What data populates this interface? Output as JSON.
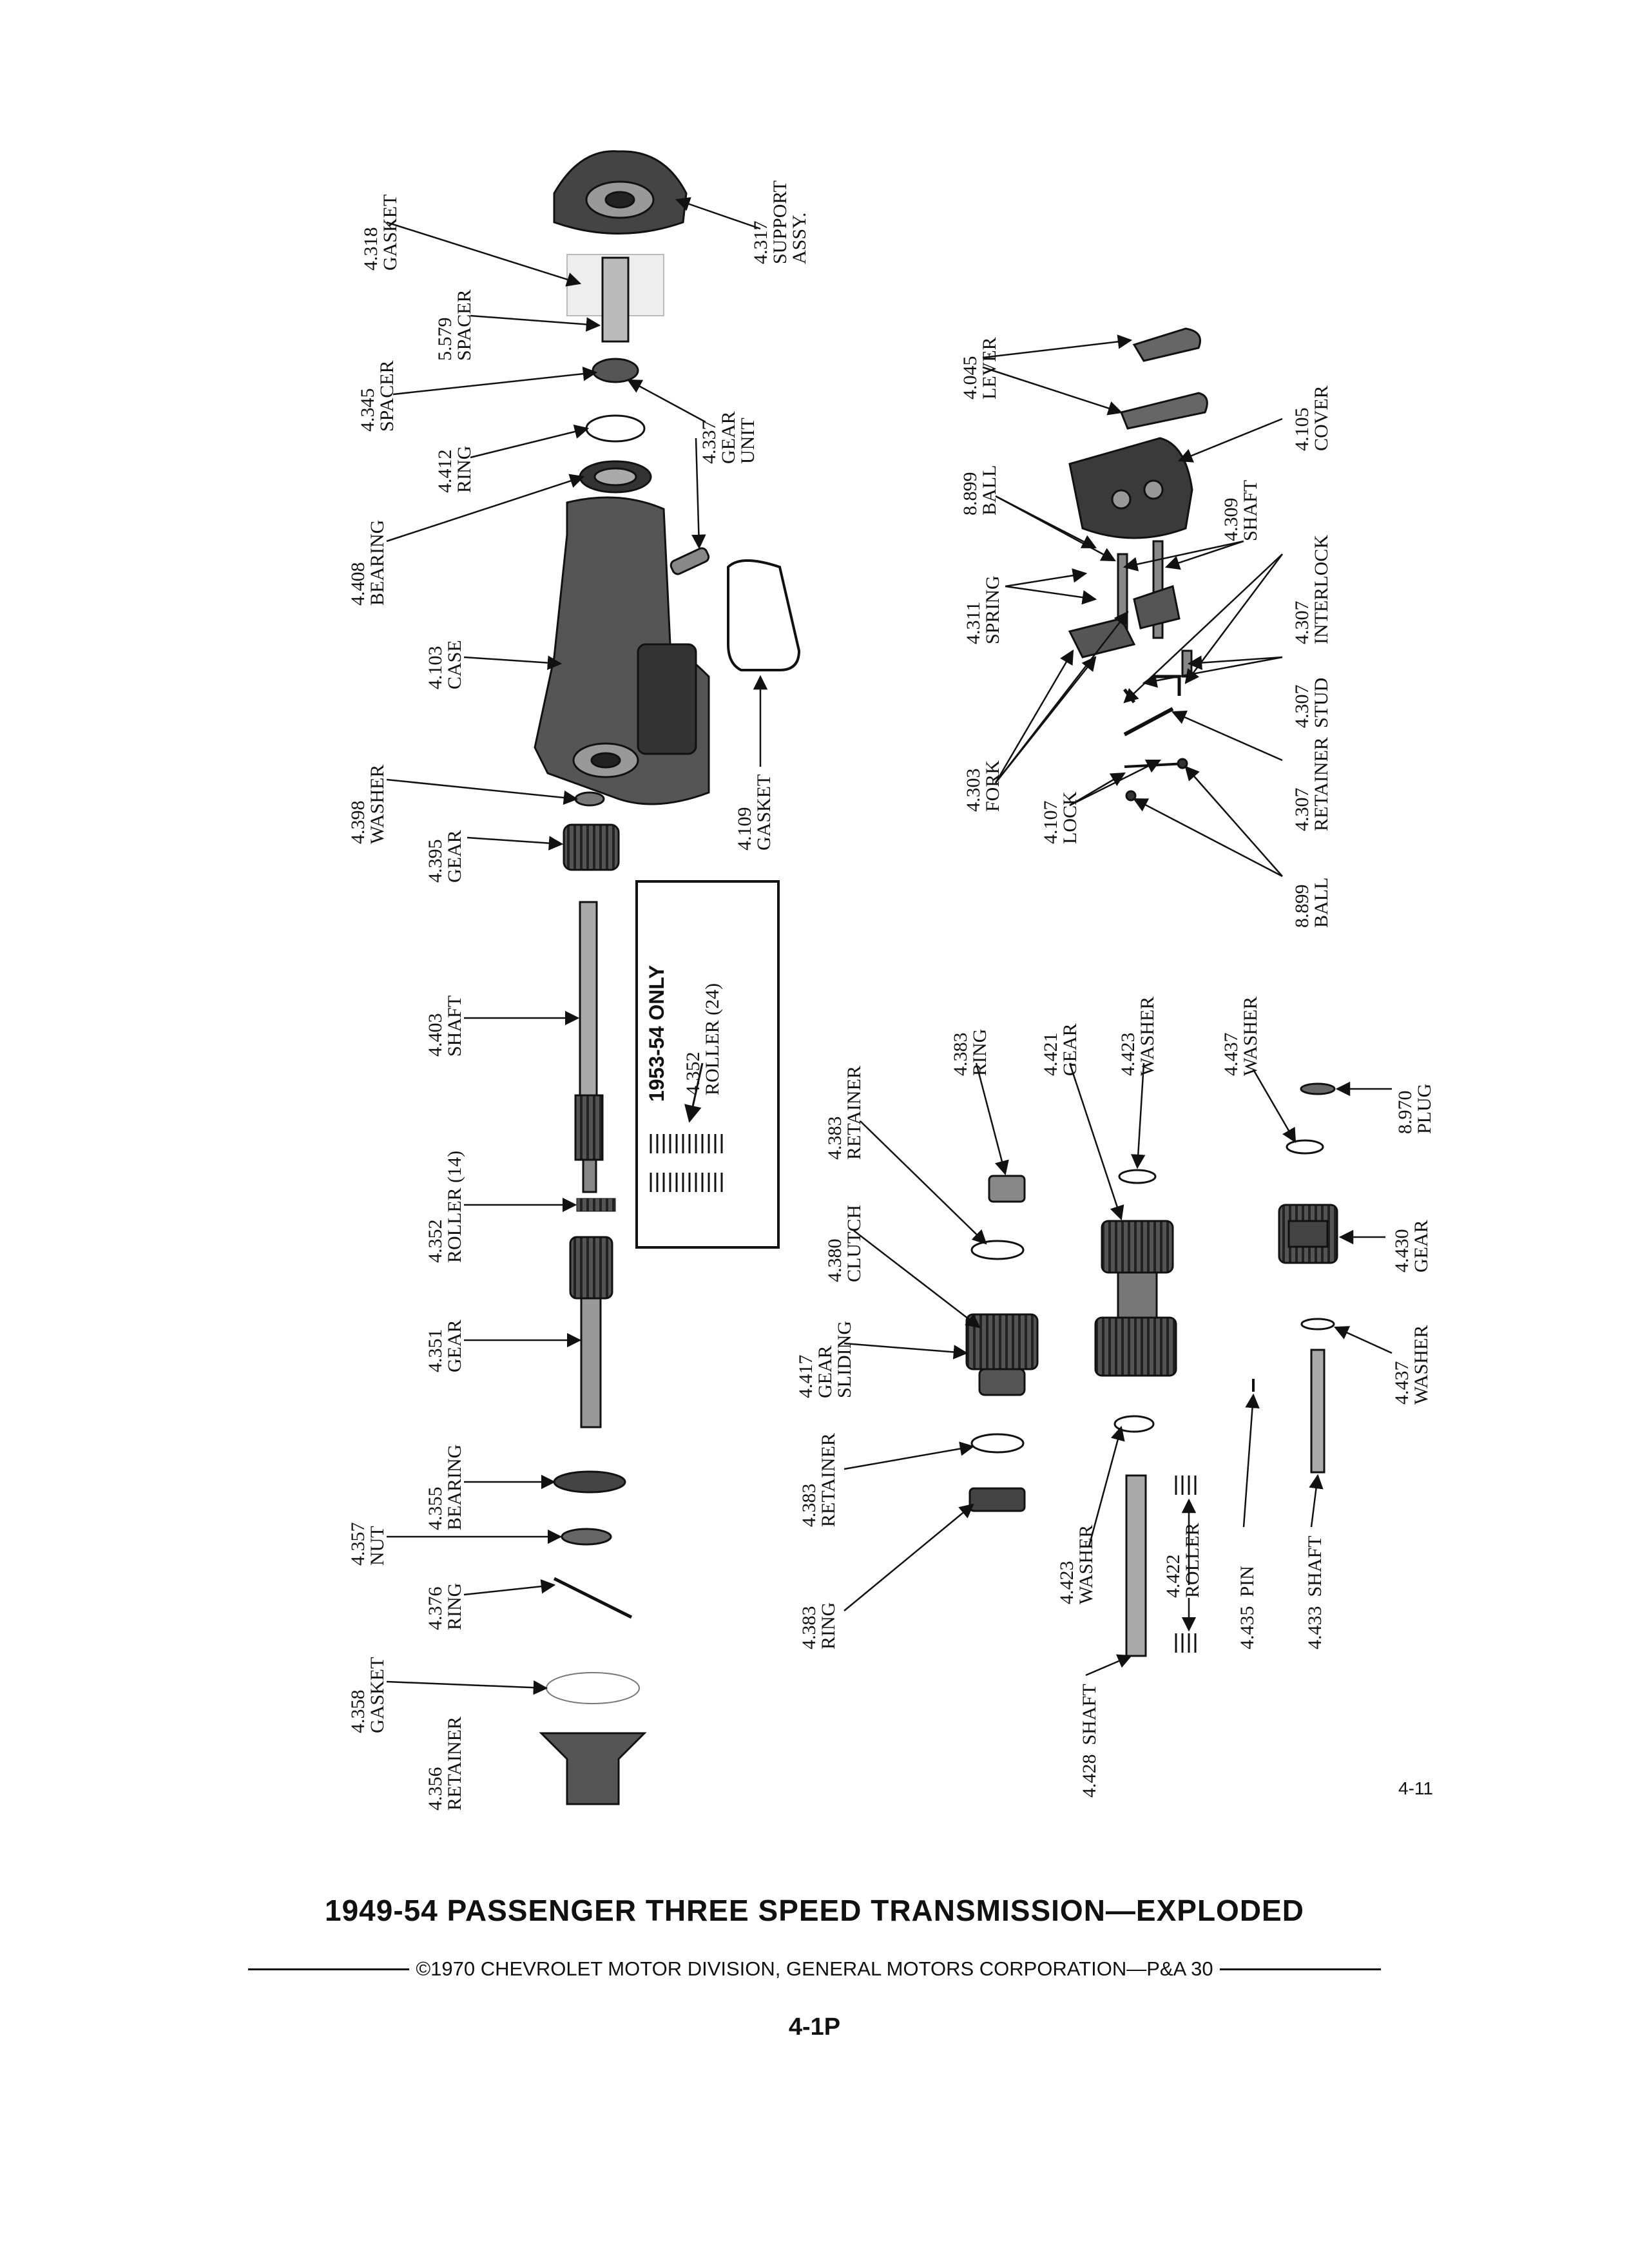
{
  "figure_number": "4-11",
  "title": "1949-54 PASSENGER THREE SPEED TRANSMISSION—EXPLODED",
  "copyright": "©1970 CHEVROLET MOTOR DIVISION, GENERAL MOTORS CORPORATION—P&A 30",
  "page_number": "4-1P",
  "inset": {
    "heading": "1953-54 ONLY",
    "part_no": "4.352",
    "part_name": "ROLLER (24)"
  },
  "callouts": [
    {
      "no": "4.318",
      "name": "GASKET"
    },
    {
      "no": "4.317",
      "name": "SUPPORT",
      "name2": "ASSY."
    },
    {
      "no": "5.579",
      "name": "SPACER"
    },
    {
      "no": "4.345",
      "name": "SPACER"
    },
    {
      "no": "4.412",
      "name": "RING"
    },
    {
      "no": "4.337",
      "name": "GEAR",
      "name2": "UNIT"
    },
    {
      "no": "4.408",
      "name": "BEARING"
    },
    {
      "no": "4.103",
      "name": "CASE"
    },
    {
      "no": "4.109",
      "name": "GASKET"
    },
    {
      "no": "4.398",
      "name": "WASHER"
    },
    {
      "no": "4.395",
      "name": "GEAR"
    },
    {
      "no": "4.403",
      "name": "SHAFT"
    },
    {
      "no": "4.352",
      "name": "ROLLER (14)"
    },
    {
      "no": "4.351",
      "name": "GEAR"
    },
    {
      "no": "4.355",
      "name": "BEARING"
    },
    {
      "no": "4.357",
      "name": "NUT"
    },
    {
      "no": "4.376",
      "name": "RING"
    },
    {
      "no": "4.358",
      "name": "GASKET"
    },
    {
      "no": "4.356",
      "name": "RETAINER"
    },
    {
      "no": "4.045",
      "name": "LEVER"
    },
    {
      "no": "4.105",
      "name": "COVER"
    },
    {
      "no": "8.899",
      "name": "BALL"
    },
    {
      "no": "4.309",
      "name": "SHAFT"
    },
    {
      "no": "4.311",
      "name": "SPRING"
    },
    {
      "no": "4.307",
      "name": "INTERLOCK"
    },
    {
      "no": "4.307",
      "name": "STUD"
    },
    {
      "no": "4.303",
      "name": "FORK"
    },
    {
      "no": "4.107",
      "name": "LOCK"
    },
    {
      "no": "4.307",
      "name": "RETAINER"
    },
    {
      "no": "8.899",
      "name": "BALL"
    },
    {
      "no": "4.383",
      "name": "RING"
    },
    {
      "no": "4.421",
      "name": "GEAR"
    },
    {
      "no": "4.423",
      "name": "WASHER"
    },
    {
      "no": "4.437",
      "name": "WASHER"
    },
    {
      "no": "8.970",
      "name": "PLUG"
    },
    {
      "no": "4.383",
      "name": "RETAINER"
    },
    {
      "no": "4.380",
      "name": "CLUTCH"
    },
    {
      "no": "4.417",
      "name": "GEAR",
      "name2": "SLIDING"
    },
    {
      "no": "4.430",
      "name": "GEAR"
    },
    {
      "no": "4.437",
      "name": "WASHER"
    },
    {
      "no": "4.383",
      "name": "RETAINER"
    },
    {
      "no": "4.383",
      "name": "RING"
    },
    {
      "no": "4.423",
      "name": "WASHER"
    },
    {
      "no": "4.422",
      "name": "ROLLER"
    },
    {
      "no": "4.435",
      "name": "PIN"
    },
    {
      "no": "4.433",
      "name": "SHAFT"
    },
    {
      "no": "4.428",
      "name": "SHAFT"
    }
  ]
}
